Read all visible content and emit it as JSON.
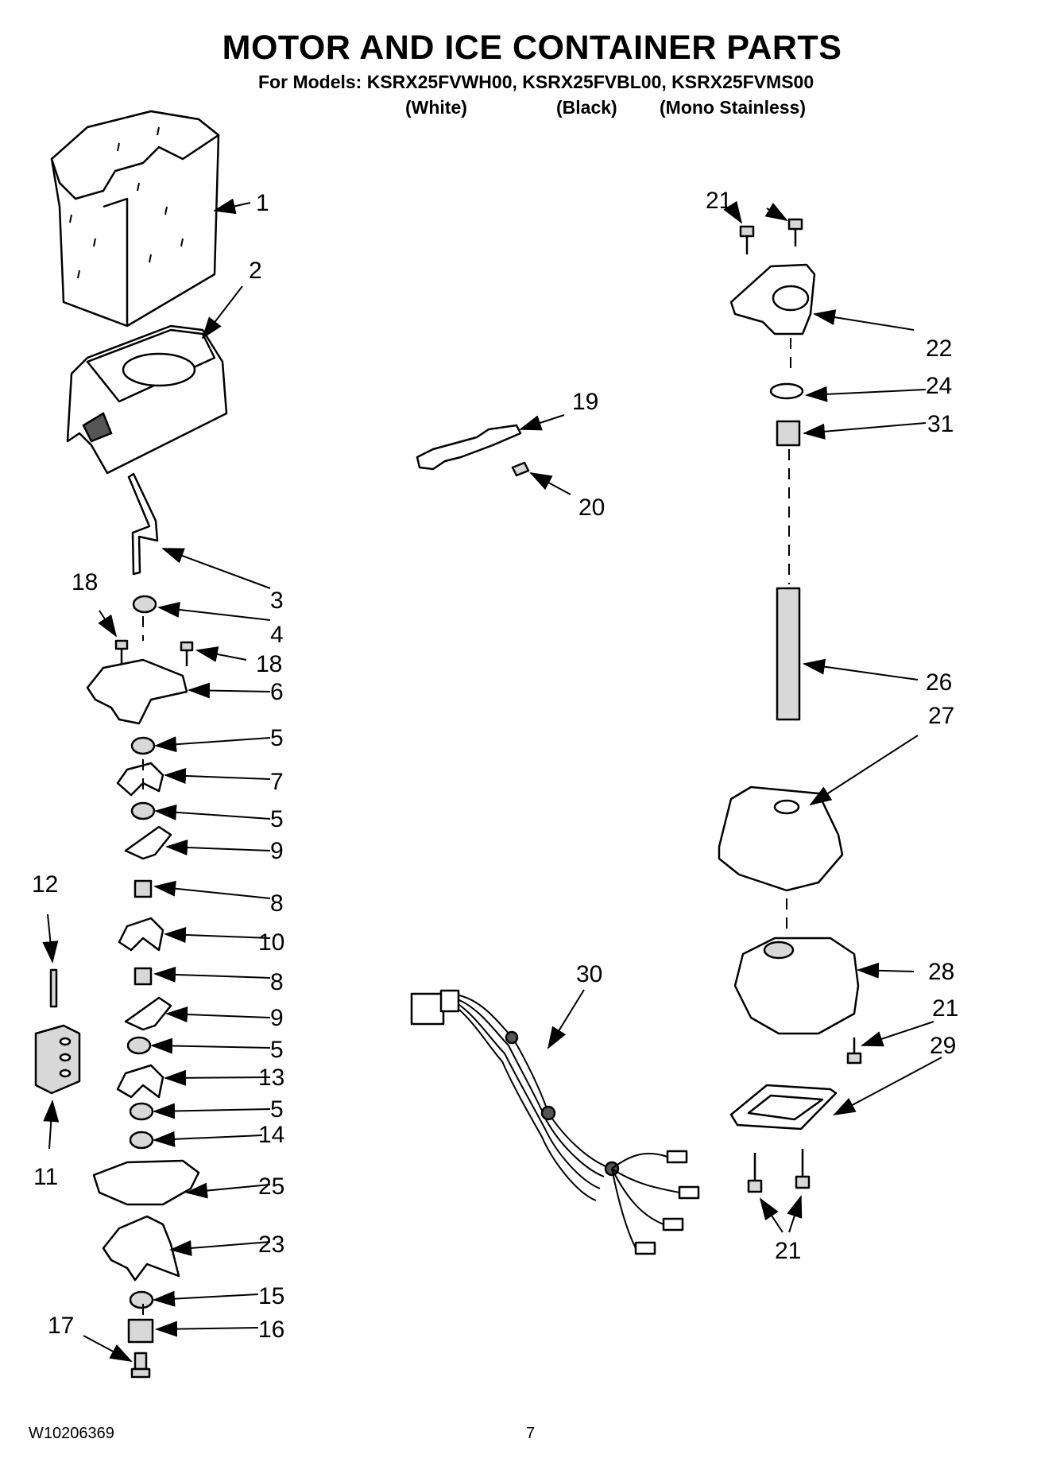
{
  "header": {
    "title": "MOTOR AND ICE CONTAINER PARTS",
    "models_line": "For Models: KSRX25FVWH00, KSRX25FVBL00, KSRX25FVMS00",
    "variants": [
      "(White)",
      "(Black)",
      "(Mono Stainless)"
    ]
  },
  "callouts": {
    "c1": "1",
    "c2": "2",
    "c3": "3",
    "c4": "4",
    "c5a": "5",
    "c5b": "5",
    "c5c": "5",
    "c5d": "5",
    "c6": "6",
    "c7": "7",
    "c8a": "8",
    "c8b": "8",
    "c9a": "9",
    "c9b": "9",
    "c10": "10",
    "c11": "11",
    "c12": "12",
    "c13": "13",
    "c14": "14",
    "c15": "15",
    "c16": "16",
    "c17": "17",
    "c18a": "18",
    "c18b": "18",
    "c19": "19",
    "c20": "20",
    "c21a": "21",
    "c21b": "21",
    "c21c": "21",
    "c22": "22",
    "c23": "23",
    "c24": "24",
    "c25": "25",
    "c26": "26",
    "c27": "27",
    "c28": "28",
    "c29": "29",
    "c30": "30",
    "c31": "31"
  },
  "footer": {
    "doc_number": "W10206369",
    "page_number": "7"
  }
}
